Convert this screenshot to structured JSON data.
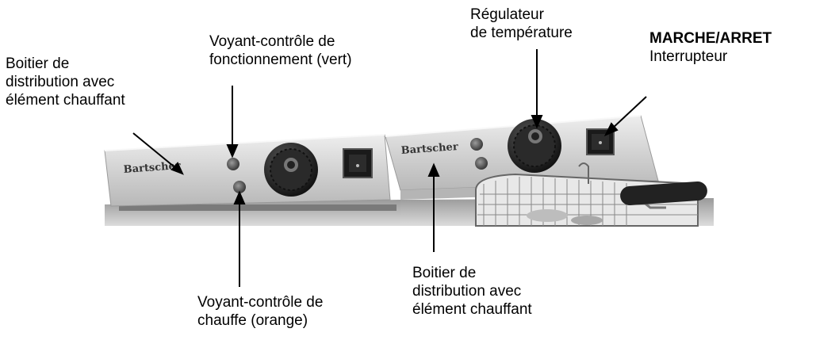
{
  "labels": {
    "boitier_left": [
      "Boitier de",
      "distribution avec",
      "élément chauffant"
    ],
    "voyant_fonctionnement": [
      "Voyant-contrôle de",
      "fonctionnement (vert)"
    ],
    "regulateur": [
      "Régulateur",
      "de température"
    ],
    "marche_arret": {
      "title": "MARCHE/ARRET",
      "subtitle": "Interrupteur"
    },
    "voyant_chauffe": [
      "Voyant-contrôle de",
      "chauffe (orange)"
    ],
    "boitier_right": [
      "Boitier de",
      "distribution avec",
      "élément chauffant"
    ]
  },
  "brand": {
    "left": "Bartscher",
    "right": "Bartscher"
  },
  "colors": {
    "panel": "#d6d6d6",
    "panel_dark": "#8a8a8a",
    "knob": "#1a1a1a",
    "arrow": "#000000"
  }
}
